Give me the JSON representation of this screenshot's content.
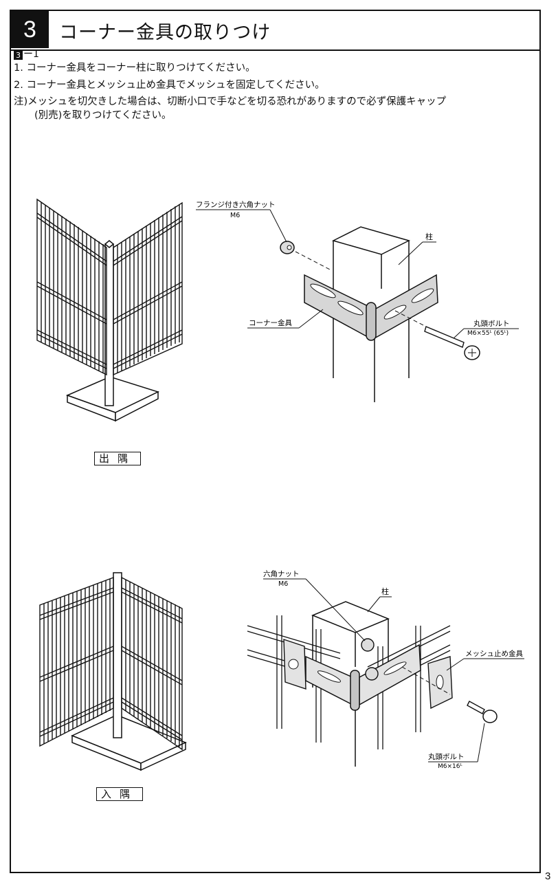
{
  "header": {
    "step_number": "3",
    "title": "コーナー金具の取りつけ"
  },
  "section": {
    "badge": "3",
    "label": "ー1"
  },
  "instructions": [
    "1. コーナー金具をコーナー柱に取りつけてください。",
    "2. コーナー金具とメッシュ止め金具でメッシュを固定してください。",
    "注)メッシュを切欠きした場合は、切断小口で手などを切る恐れがありますので必ず保護キャップ",
    "(別売)を取りつけてください。"
  ],
  "figure_outer": {
    "caption": "出隅",
    "labels": {
      "flange_nut": "フランジ付き六角ナット",
      "flange_nut_size": "M6",
      "post": "柱",
      "corner_bracket": "コーナー金具",
      "bolt": "丸頭ボルト",
      "bolt_size": "M6×55ᴸ (65ᴸ)"
    }
  },
  "figure_inner": {
    "caption": "入隅",
    "labels": {
      "hex_nut": "六角ナット",
      "hex_nut_size": "M6",
      "post": "柱",
      "mesh_clip": "メッシュ止め金具",
      "bolt": "丸頭ボルト",
      "bolt_size": "M6×16ᴸ"
    }
  },
  "page_number": "3"
}
